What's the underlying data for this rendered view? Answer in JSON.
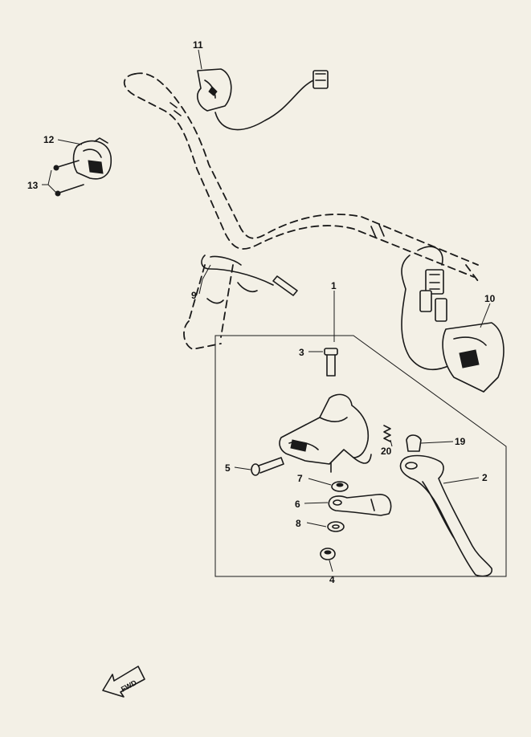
{
  "callouts": [
    {
      "id": "1",
      "label": "1"
    },
    {
      "id": "2",
      "label": "2"
    },
    {
      "id": "3",
      "label": "3"
    },
    {
      "id": "4",
      "label": "4"
    },
    {
      "id": "5",
      "label": "5"
    },
    {
      "id": "6",
      "label": "6"
    },
    {
      "id": "7",
      "label": "7"
    },
    {
      "id": "8",
      "label": "8"
    },
    {
      "id": "9",
      "label": "9"
    },
    {
      "id": "10",
      "label": "10"
    },
    {
      "id": "11",
      "label": "11"
    },
    {
      "id": "12",
      "label": "12"
    },
    {
      "id": "13",
      "label": "13"
    },
    {
      "id": "19",
      "label": "19"
    },
    {
      "id": "20",
      "label": "20"
    }
  ],
  "direction_arrow": {
    "label": "FWD"
  }
}
